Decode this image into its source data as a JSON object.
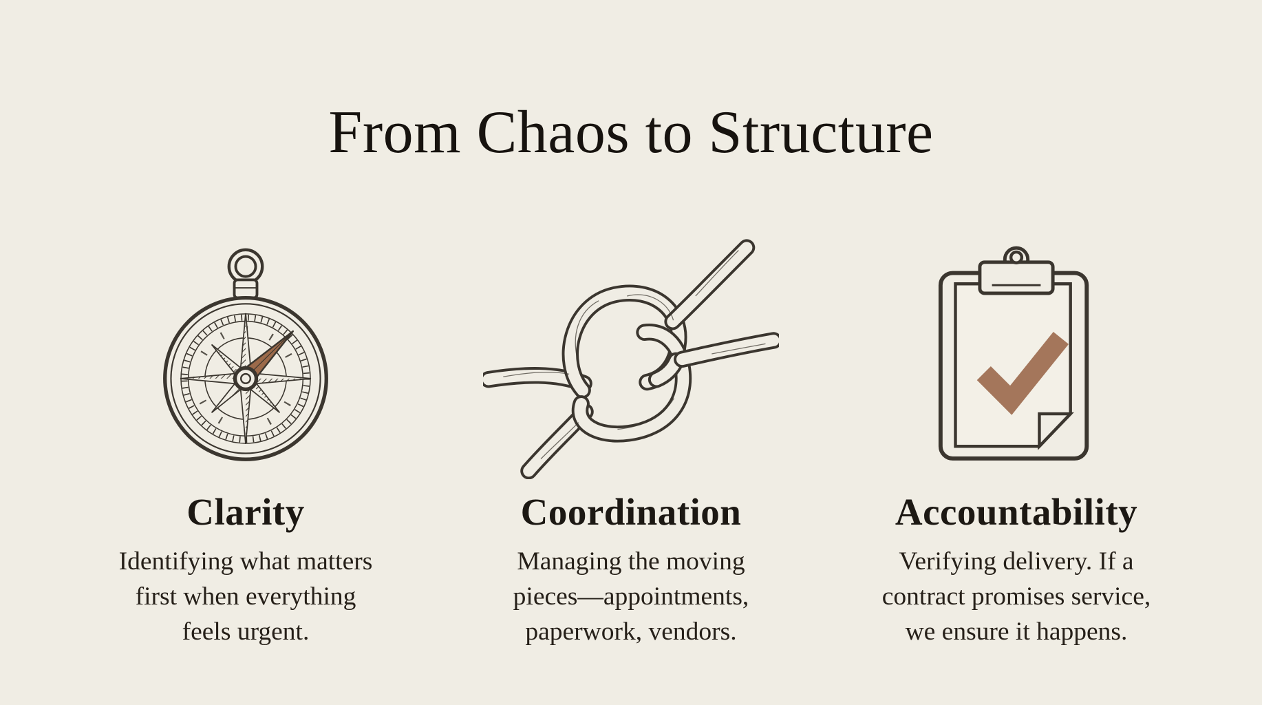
{
  "title": "From Chaos to Structure",
  "colors": {
    "background": "#f0ede4",
    "ink": "#3b362f",
    "title_text": "#17130f",
    "heading_text": "#1c1813",
    "body_text": "#262019",
    "checkmark_accent": "#a4765b",
    "needle_accent": "#9c6a4a",
    "paper": "#f3f0e7"
  },
  "columns": [
    {
      "icon": "compass-icon",
      "heading": "Clarity",
      "body": "Identifying what matters first when everything feels urgent.",
      "body_lines": [
        "Identifying what matters",
        "first when everything",
        "feels urgent."
      ]
    },
    {
      "icon": "knot-icon",
      "heading": "Coordination",
      "body": "Managing the moving pieces—appointments, paperwork, vendors.",
      "body_lines": [
        "Managing the moving",
        "pieces—appointments,",
        "paperwork, vendors."
      ]
    },
    {
      "icon": "clipboard-check-icon",
      "heading": "Accountability",
      "body": "Verifying delivery. If a contract promises service, we ensure it happens.",
      "body_lines": [
        "Verifying delivery. If a",
        "contract promises service,",
        "we ensure it happens."
      ]
    }
  ]
}
